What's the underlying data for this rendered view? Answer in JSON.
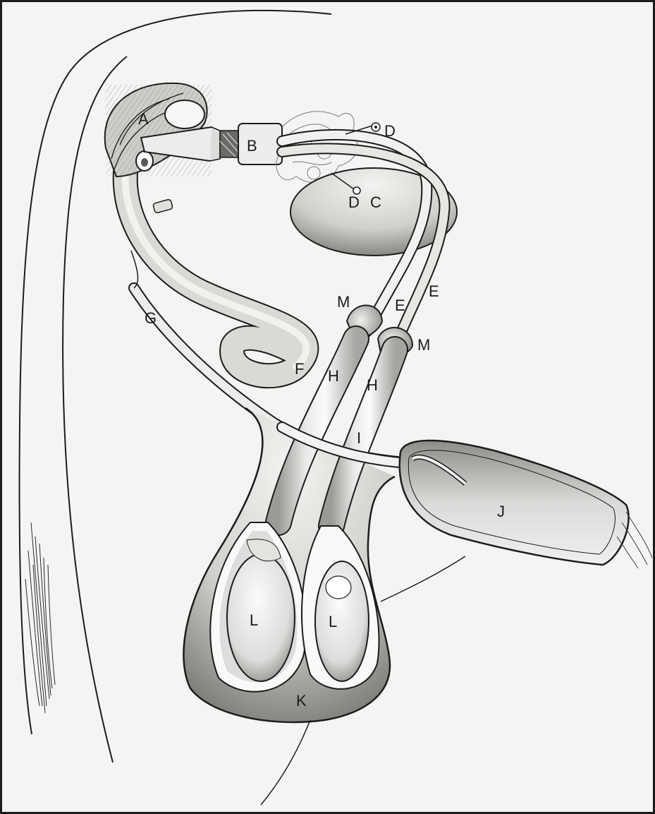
{
  "labels": {
    "A": "A",
    "B": "B",
    "C": "C",
    "D_upper": "D",
    "D_lower": "D",
    "E_left": "E",
    "E_right": "E",
    "F": "F",
    "G": "G",
    "H_left": "H",
    "H_right": "H",
    "I": "I",
    "J": "J",
    "K": "K",
    "L_left": "L",
    "L_right": "L",
    "M_left": "M",
    "M_right": "M"
  },
  "colors": {
    "ink": "#1c1c1c",
    "paper": "#f4f4f3",
    "shade": "#c9c9c7",
    "deep_shade": "#8f8f8c",
    "highlight": "#fbfbfa"
  }
}
